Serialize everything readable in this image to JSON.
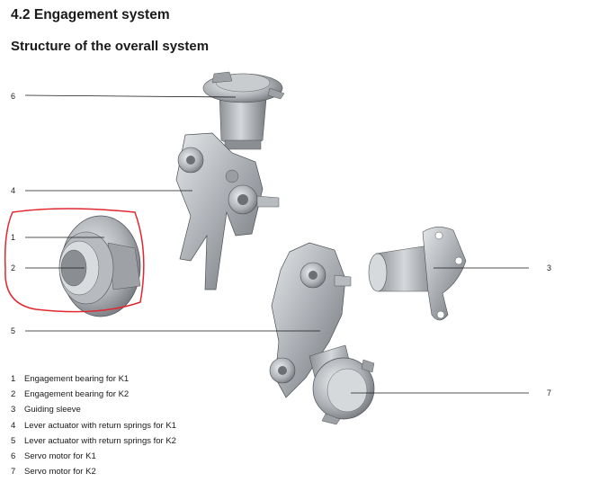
{
  "section": {
    "number": "4.2",
    "title": "Engagement system",
    "full": "4.2 Engagement system"
  },
  "subtitle": "Structure of the overall system",
  "figure": {
    "callouts": [
      "6",
      "4",
      "1",
      "2",
      "5",
      "3",
      "7"
    ],
    "highlight_color": "#e3262e"
  },
  "legend": [
    {
      "num": "1",
      "label": "Engagement bearing for K1"
    },
    {
      "num": "2",
      "label": "Engagement bearing for K2"
    },
    {
      "num": "3",
      "label": "Guiding sleeve"
    },
    {
      "num": "4",
      "label": "Lever actuator with return springs for K1"
    },
    {
      "num": "5",
      "label": "Lever actuator with return springs for K2"
    },
    {
      "num": "6",
      "label": "Servo motor for K1"
    },
    {
      "num": "7",
      "label": "Servo motor for K2"
    }
  ]
}
